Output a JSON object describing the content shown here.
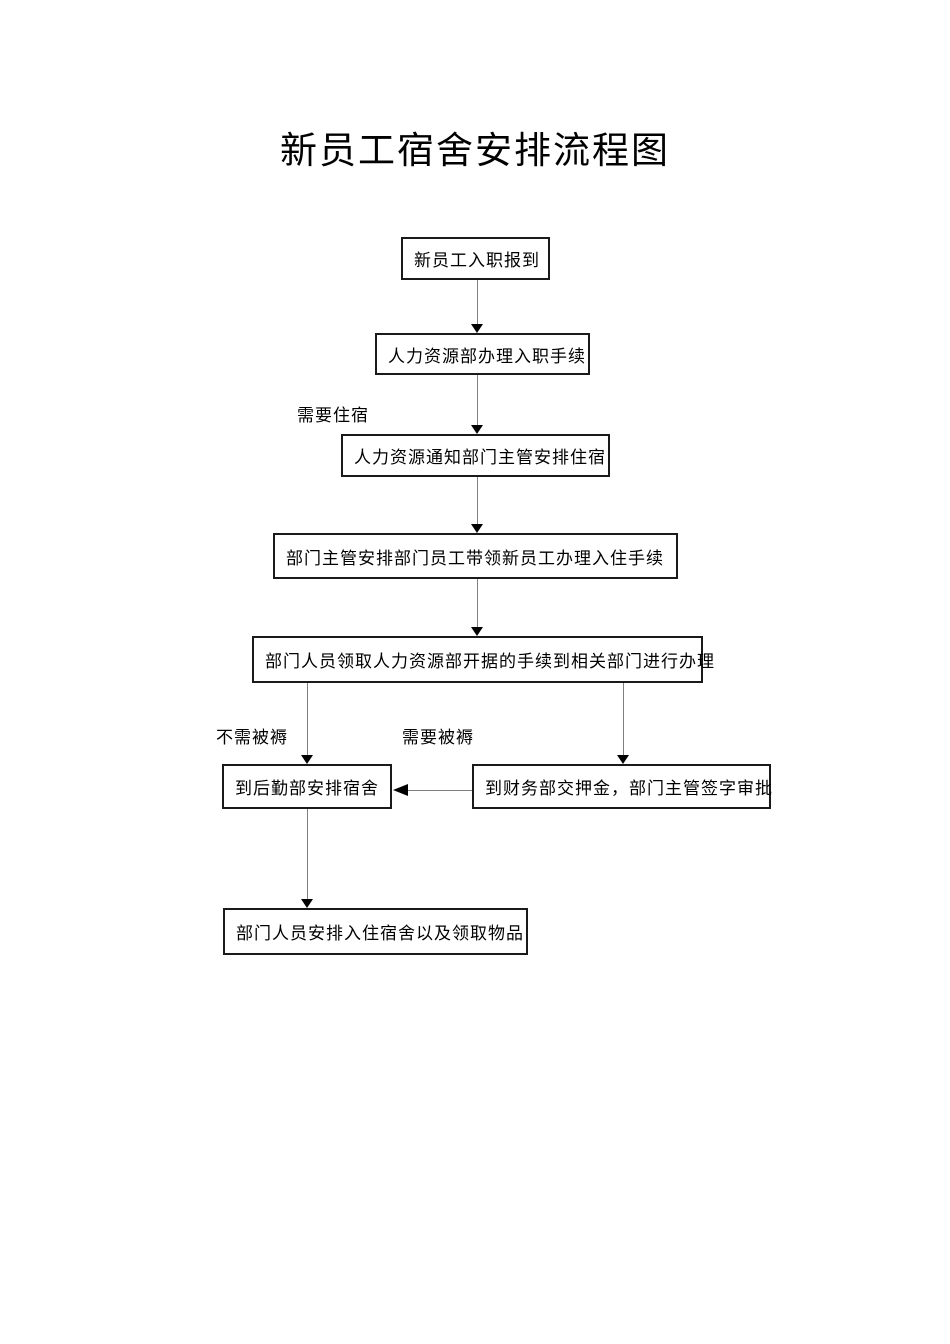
{
  "title": "新员工宿舍安排流程图",
  "flowchart": {
    "nodes": [
      {
        "id": "start",
        "label": "新员工入职报到"
      },
      {
        "id": "hr-onboarding",
        "label": "人力资源部办理入职手续"
      },
      {
        "id": "hr-notify",
        "label": "人力资源通知部门主管安排住宿"
      },
      {
        "id": "supervisor-arrange",
        "label": "部门主管安排部门员工带领新员工办理入住手续"
      },
      {
        "id": "collect-procedures",
        "label": "部门人员领取人力资源部开据的手续到相关部门进行办理"
      },
      {
        "id": "logistics-dorm",
        "label": "到后勤部安排宿舍"
      },
      {
        "id": "finance-deposit",
        "label": "到财务部交押金，部门主管签字审批"
      },
      {
        "id": "checkin-items",
        "label": "部门人员安排入住宿舍以及领取物品"
      }
    ],
    "edge_labels": [
      {
        "id": "need-accommodation",
        "label": "需要住宿"
      },
      {
        "id": "no-bedding",
        "label": "不需被褥"
      },
      {
        "id": "need-bedding",
        "label": "需要被褥"
      }
    ],
    "edges": [
      {
        "from": "start",
        "to": "hr-onboarding",
        "label": ""
      },
      {
        "from": "hr-onboarding",
        "to": "hr-notify",
        "label": "需要住宿"
      },
      {
        "from": "hr-notify",
        "to": "supervisor-arrange",
        "label": ""
      },
      {
        "from": "supervisor-arrange",
        "to": "collect-procedures",
        "label": ""
      },
      {
        "from": "collect-procedures",
        "to": "logistics-dorm",
        "label": "不需被褥"
      },
      {
        "from": "collect-procedures",
        "to": "finance-deposit",
        "label": "需要被褥"
      },
      {
        "from": "finance-deposit",
        "to": "logistics-dorm",
        "label": ""
      },
      {
        "from": "logistics-dorm",
        "to": "checkin-items",
        "label": ""
      }
    ],
    "colors": {
      "box_border": "#1a1a1a",
      "connector_line": "#808080",
      "arrowhead": "#000000",
      "background": "#ffffff",
      "text": "#000000"
    }
  }
}
